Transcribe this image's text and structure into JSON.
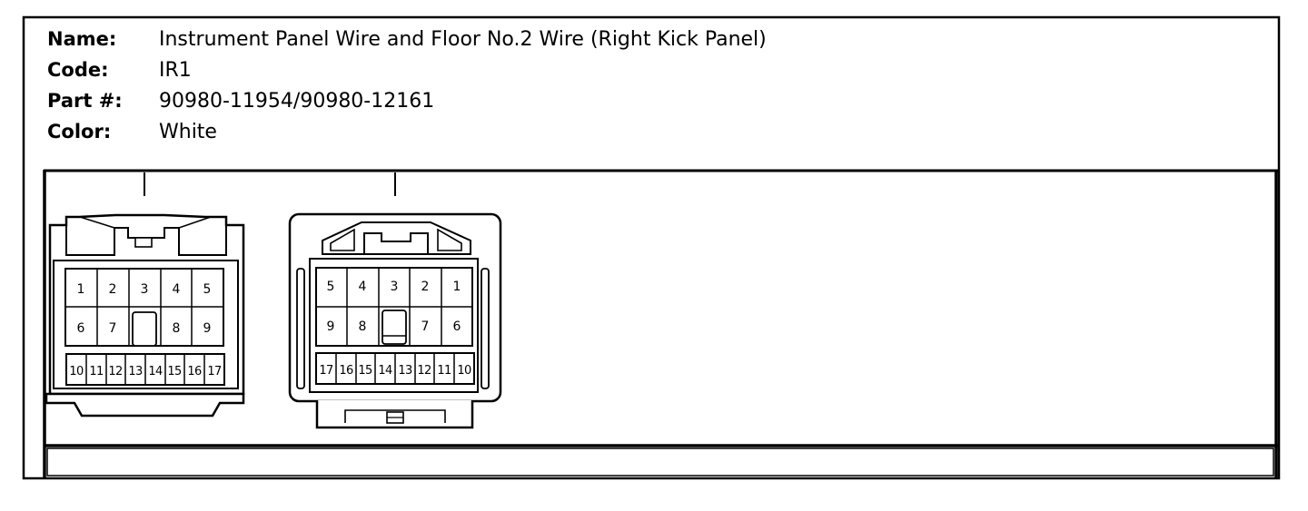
{
  "info": {
    "name_label": "Name:",
    "name_value": "Instrument Panel Wire and Floor No.2 Wire (Right Kick Panel)",
    "code_label": "Code:",
    "code_value": "IR1",
    "part_label": "Part #:",
    "part_value": "90980-11954/90980-12161",
    "color_label": "Color:",
    "color_value": "White"
  },
  "connectors": {
    "left": {
      "row1": [
        "1",
        "2",
        "3",
        "4",
        "5"
      ],
      "row2": [
        "6",
        "7",
        "",
        "8",
        "9"
      ],
      "row3": [
        "10",
        "11",
        "12",
        "13",
        "14",
        "15",
        "16",
        "17"
      ]
    },
    "right": {
      "row1": [
        "5",
        "4",
        "3",
        "2",
        "1"
      ],
      "row2": [
        "9",
        "8",
        "",
        "7",
        "6"
      ],
      "row3": [
        "17",
        "16",
        "15",
        "14",
        "13",
        "12",
        "11",
        "10"
      ]
    }
  }
}
